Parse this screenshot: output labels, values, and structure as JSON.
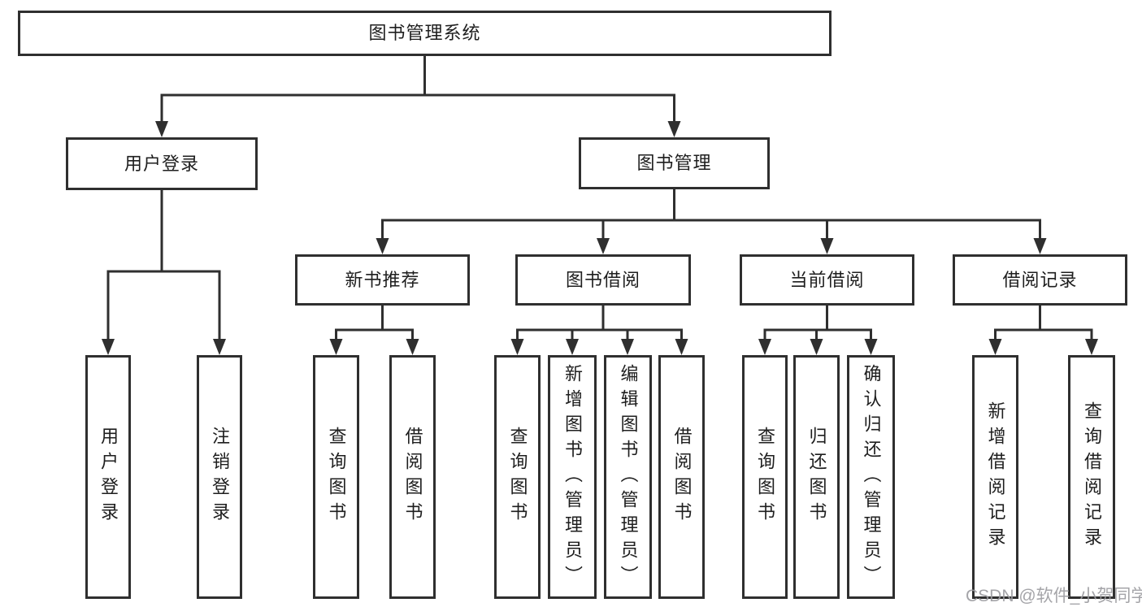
{
  "diagram": {
    "root": {
      "label": "图书管理系统"
    },
    "level2": [
      {
        "id": "user-login",
        "label": "用户登录"
      },
      {
        "id": "book-management",
        "label": "图书管理"
      }
    ],
    "level3": [
      {
        "id": "new-book-recommend",
        "label": "新书推荐",
        "parent": "图书管理"
      },
      {
        "id": "book-borrow",
        "label": "图书借阅",
        "parent": "图书管理"
      },
      {
        "id": "current-borrow",
        "label": "当前借阅",
        "parent": "图书管理"
      },
      {
        "id": "borrow-record",
        "label": "借阅记录",
        "parent": "图书管理"
      }
    ],
    "leaves": [
      {
        "label": "用户登录",
        "parent": "用户登录"
      },
      {
        "label": "注销登录",
        "parent": "用户登录"
      },
      {
        "label": "查询图书",
        "parent": "新书推荐"
      },
      {
        "label": "借阅图书",
        "parent": "新书推荐"
      },
      {
        "label": "查询图书",
        "parent": "图书借阅"
      },
      {
        "label": "新增图书（管理员）",
        "parent": "图书借阅"
      },
      {
        "label": "编辑图书（管理员）",
        "parent": "图书借阅"
      },
      {
        "label": "借阅图书",
        "parent": "图书借阅"
      },
      {
        "label": "查询图书",
        "parent": "当前借阅"
      },
      {
        "label": "归还图书",
        "parent": "当前借阅"
      },
      {
        "label": "确认归还（管理员）",
        "parent": "当前借阅"
      },
      {
        "label": "新增借阅记录",
        "parent": "借阅记录"
      },
      {
        "label": "查询借阅记录",
        "parent": "借阅记录"
      }
    ],
    "watermark": "CSDN @软件_小贺同学",
    "colors": {
      "line": "#2f2f2f",
      "text": "#1e1e1e",
      "watermark": "#9b9b9f",
      "background": "#ffffff"
    }
  }
}
